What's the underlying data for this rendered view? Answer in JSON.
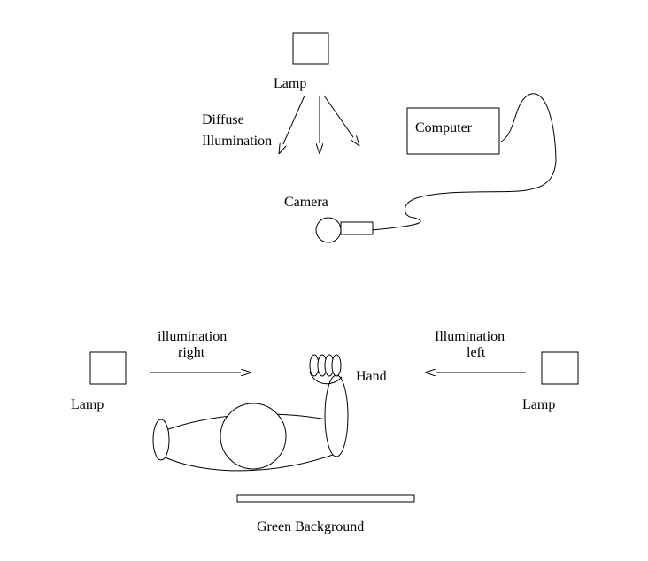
{
  "top_setup": {
    "lamp_label": "Lamp",
    "illumination_label_line1": "Diffuse",
    "illumination_label_line2": "Illumination",
    "computer_label": "Computer",
    "camera_label": "Camera"
  },
  "bottom_setup": {
    "left_lamp_label": "Lamp",
    "right_lamp_label": "Lamp",
    "illumination_right_line1": "illumination",
    "illumination_right_line2": "right",
    "illumination_left_line1": "Illumination",
    "illumination_left_line2": "left",
    "hand_label": "Hand",
    "background_label": "Green Background"
  }
}
